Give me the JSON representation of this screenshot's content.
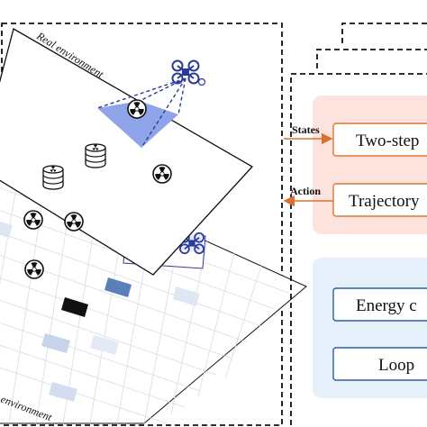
{
  "figure": {
    "real_environment_label": "Real environment",
    "virtual_environment_label": "environment"
  },
  "arrows": {
    "states_label": "States",
    "action_label": "Action"
  },
  "modules": {
    "upper": [
      {
        "label": "Two-step"
      },
      {
        "label": "Trajectory"
      }
    ],
    "lower": [
      {
        "label": "Energy c"
      },
      {
        "label": "Loop"
      }
    ]
  },
  "colors": {
    "upper_panel_fill": "#fde3de",
    "upper_box_border": "#e0762f",
    "lower_panel_fill": "#e6f0fa",
    "lower_box_border": "#2e5f9e",
    "highlight_cell": "#7f93e0",
    "uav_blue": "#2c3a9a",
    "arrow_color": "#d9722f"
  },
  "icons": {
    "uav": "drone-icon",
    "sensor": "radiation-icon",
    "stack": "coin-stack-icon"
  }
}
